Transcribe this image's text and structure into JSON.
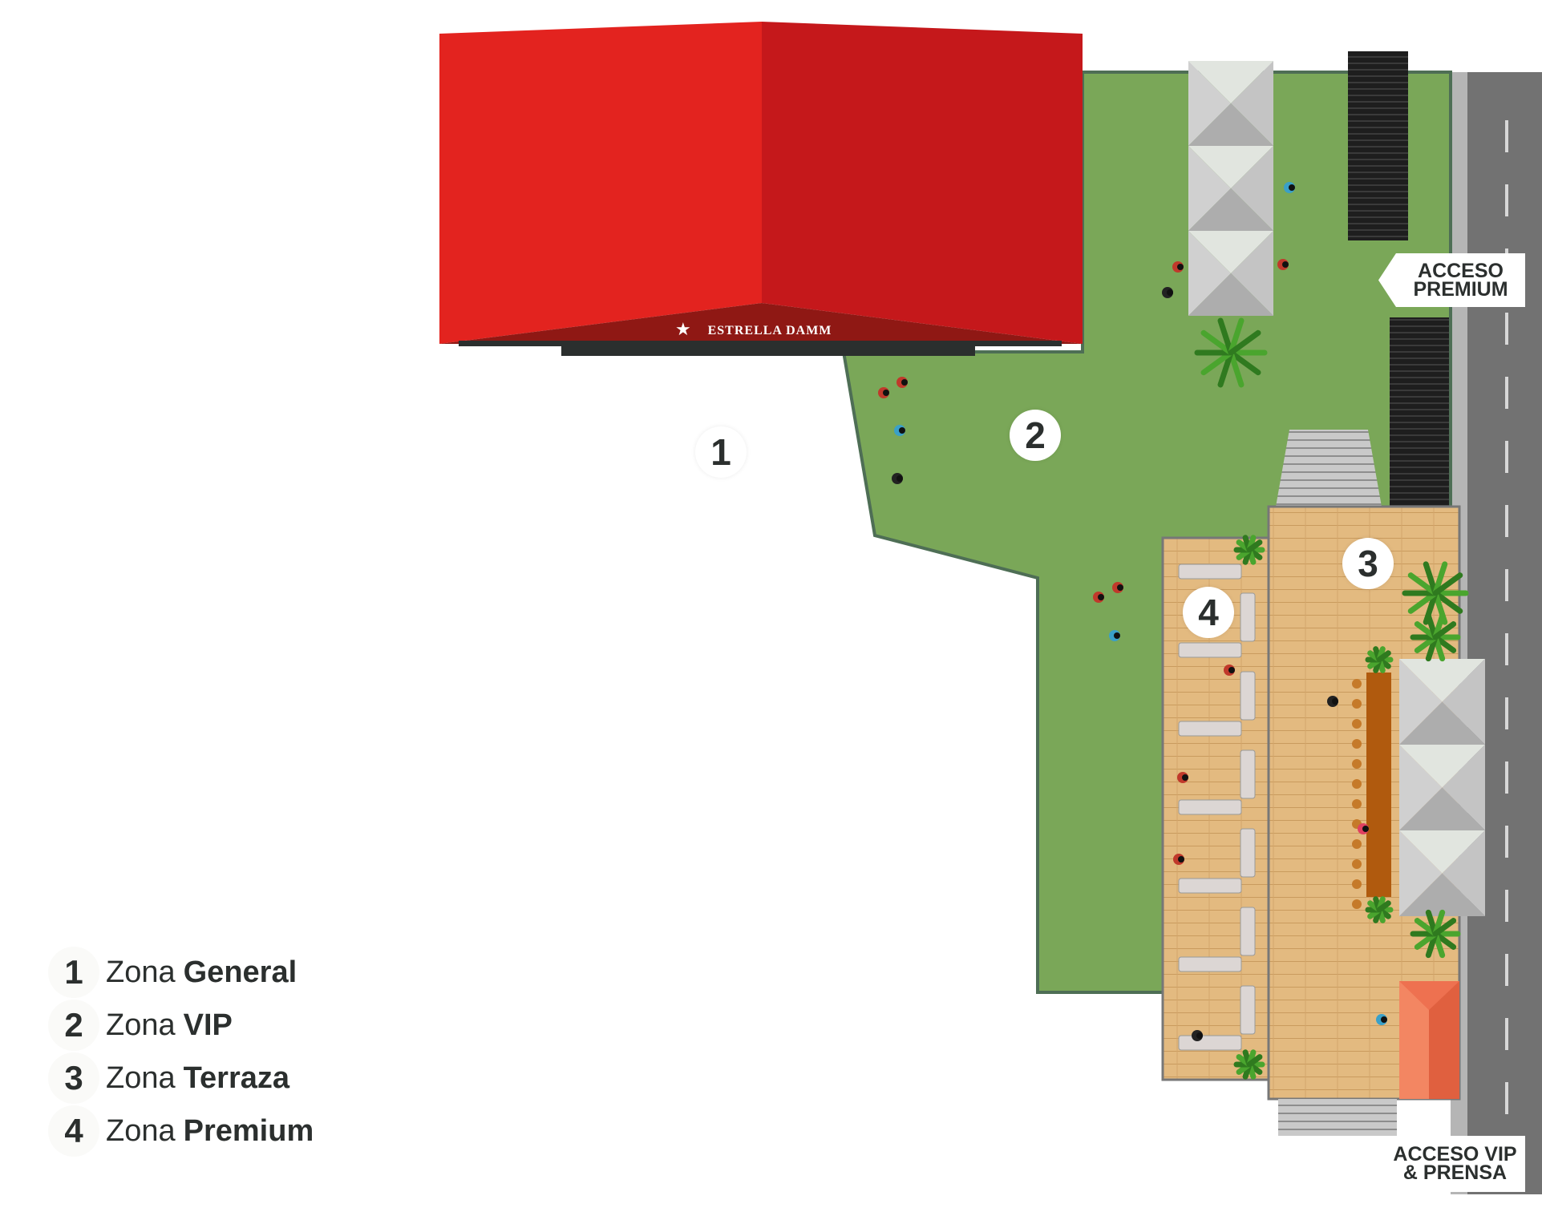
{
  "map": {
    "brand_banner": "ESTRELLA DAMM",
    "zone_markers": [
      "1",
      "2",
      "3",
      "4"
    ],
    "access_labels": {
      "premium": [
        "ACCESO",
        "PREMIUM"
      ],
      "vip": [
        "ACCESO VIP",
        "& PRENSA"
      ]
    }
  },
  "legend": [
    {
      "number": "1",
      "prefix": "Zona",
      "name": "General"
    },
    {
      "number": "2",
      "prefix": "Zona",
      "name": "VIP"
    },
    {
      "number": "3",
      "prefix": "Zona",
      "name": "Terraza"
    },
    {
      "number": "4",
      "prefix": "Zona",
      "name": "Premium"
    }
  ],
  "colors": {
    "tent_left": "#e3231f",
    "tent_right": "#c5181b",
    "tent_front": "#8f1814",
    "grass": "#7aa758",
    "wood": "#e0b67c",
    "road": "#727272",
    "text": "#2b2f2e",
    "orange_roof": "#ee7150"
  }
}
